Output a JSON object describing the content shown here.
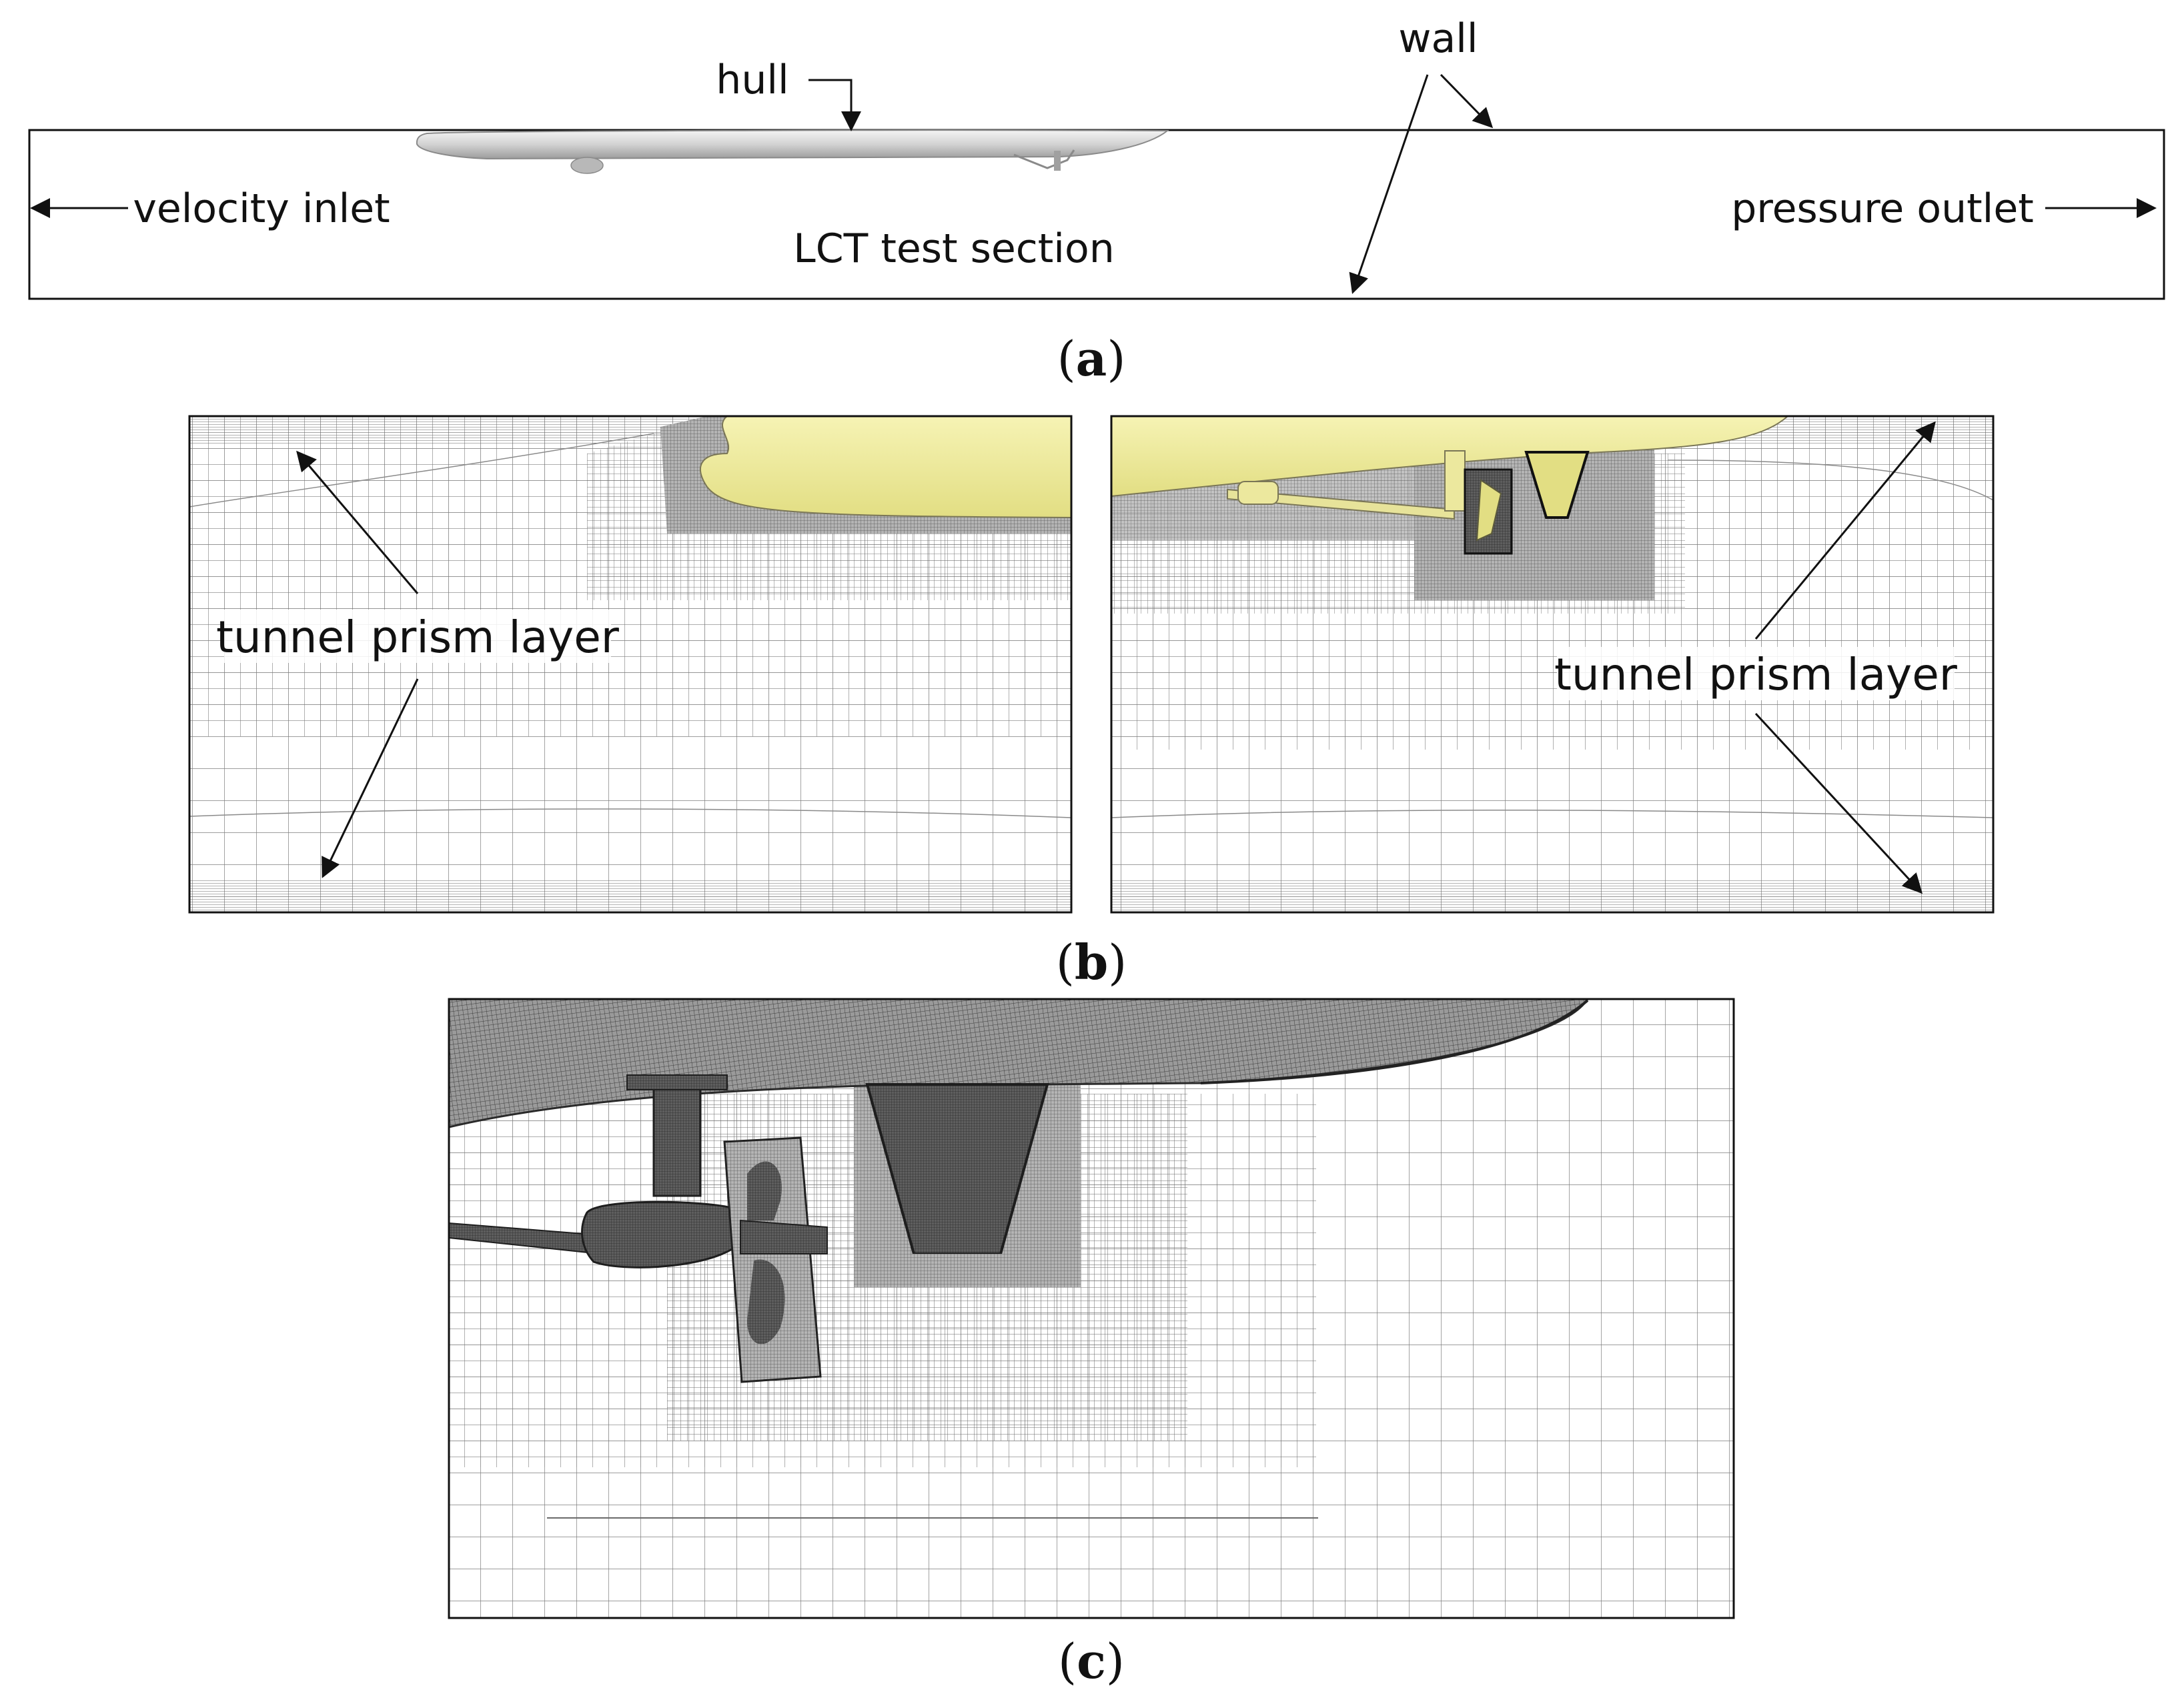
{
  "panel_a": {
    "caption_letter": "a",
    "labels": {
      "hull": "hull",
      "wall": "wall",
      "velocity_inlet": "velocity inlet",
      "pressure_outlet": "pressure outlet",
      "test_section": "LCT test section"
    }
  },
  "panel_b": {
    "caption_letter": "b",
    "left_label": "tunnel prism layer",
    "right_label": "tunnel prism layer"
  },
  "panel_c": {
    "caption_letter": "c"
  },
  "colors": {
    "hull_yellow": "#efec9a",
    "hull_gray": "#c9c9c9",
    "mesh_line": "#8a8a8a",
    "outline": "#111111"
  }
}
